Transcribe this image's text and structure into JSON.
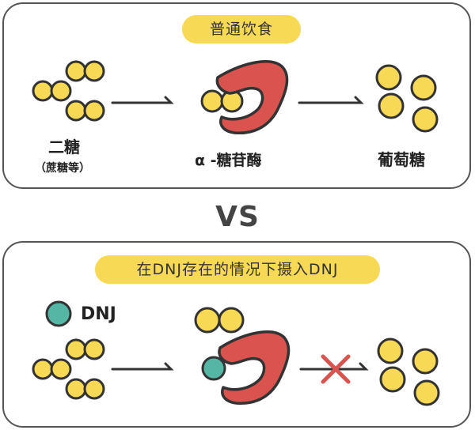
{
  "top": {
    "title": "普通饮食",
    "disaccharide": "二糖",
    "disaccharide_example": "（蔗糖等）",
    "enzyme": "α -糖苷酶",
    "product": "葡萄糖"
  },
  "separator": "VS",
  "bottom": {
    "title": "在DNJ存在的情况下摄入DNJ",
    "legend_dnj": "DNJ"
  },
  "colors": {
    "sugar": "#f7d955",
    "enzyme": "#d9534f",
    "dnj": "#56b6a6",
    "cross": "#d9534f",
    "outline": "#333333"
  }
}
